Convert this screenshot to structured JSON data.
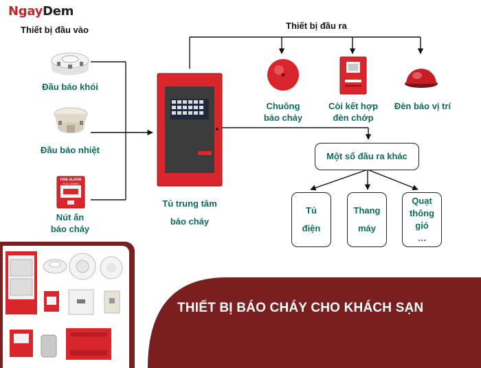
{
  "logo": {
    "part1": "Ngay",
    "part2": "Dem"
  },
  "inputs": {
    "header": "Thiết bị đầu vào",
    "items": [
      {
        "label": "Đầu báo khói"
      },
      {
        "label": "Đầu báo nhiệt"
      },
      {
        "label_line1": "Nút ấn",
        "label_line2": "báo cháy",
        "device_text_top": "FIRE ALARM",
        "device_text_mid": "PULL DOWN"
      }
    ]
  },
  "panel": {
    "label_line1": "Tủ trung tâm",
    "label_line2": "báo cháy"
  },
  "outputs": {
    "header": "Thiết bị đầu ra",
    "items": [
      {
        "label_line1": "Chuông",
        "label_line2": "báo cháy"
      },
      {
        "label_line1": "Còi kết hợp",
        "label_line2": "đèn chớp"
      },
      {
        "label_line1": "Đèn báo vị trí"
      }
    ]
  },
  "other_outputs": {
    "label": "Một số đầu ra khác",
    "items": [
      {
        "line1": "Tủ",
        "line2": "điện"
      },
      {
        "line1": "Thang",
        "line2": "máy"
      },
      {
        "line1": "Quạt",
        "line2": "thông",
        "line3": "gió",
        "line4": "…"
      }
    ]
  },
  "banner": {
    "title": "THIẾT BỊ BÁO CHÁY CHO KHÁCH SẠN"
  },
  "colors": {
    "banner": "#7a1f1f",
    "accent_red": "#d9262c",
    "label_green": "#0f6b58"
  }
}
